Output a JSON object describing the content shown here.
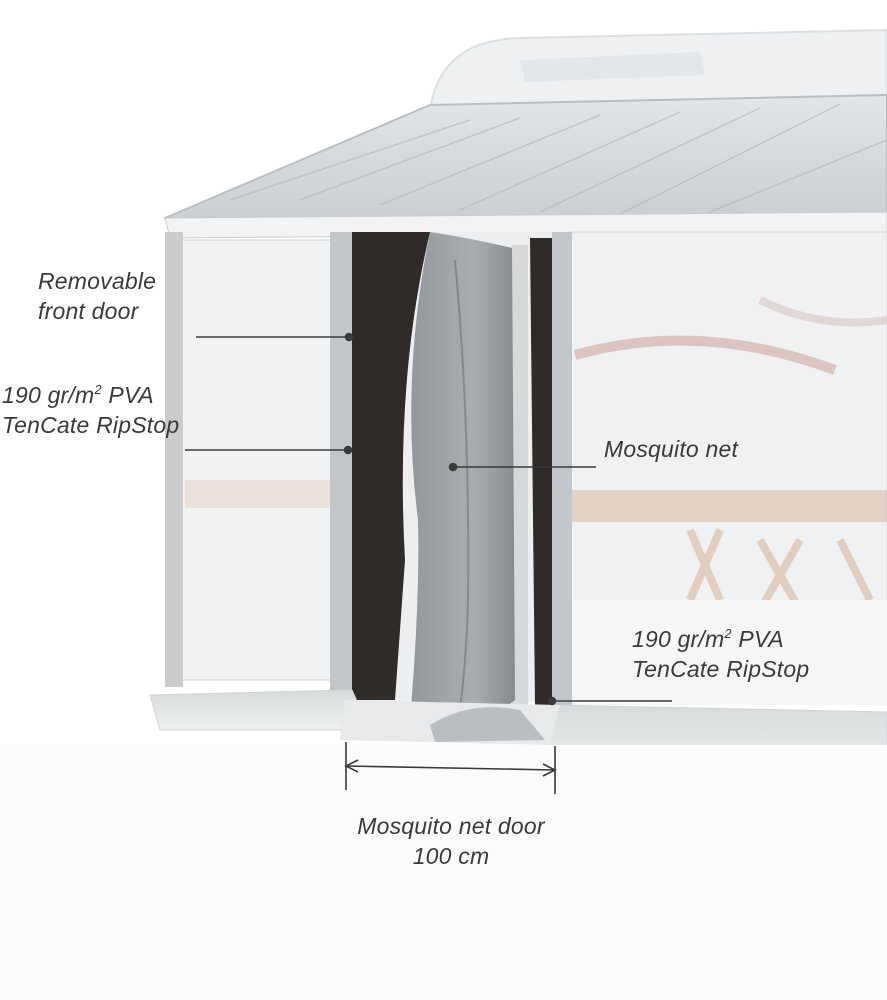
{
  "labels": {
    "front_door": {
      "line1": "Removable",
      "line2": "front door"
    },
    "pva_left": {
      "line1_prefix": "190 gr/m",
      "line1_sup": "2",
      "line1_suffix": " PVA",
      "line2": "TenCate RipStop"
    },
    "mosquito_net": {
      "text": "Mosquito net"
    },
    "pva_right": {
      "line1_prefix": "190 gr/m",
      "line1_sup": "2",
      "line1_suffix": " PVA",
      "line2": "TenCate RipStop"
    },
    "door_width": {
      "line1": "Mosquito net door",
      "line2": "100 cm"
    }
  },
  "colors": {
    "label_text": "#3a3a3a",
    "leader_line": "#3a3a3a",
    "door_panel": "#2f2b29",
    "mosquito_mesh": "#8e9497",
    "frame": "#c9cbcc"
  }
}
